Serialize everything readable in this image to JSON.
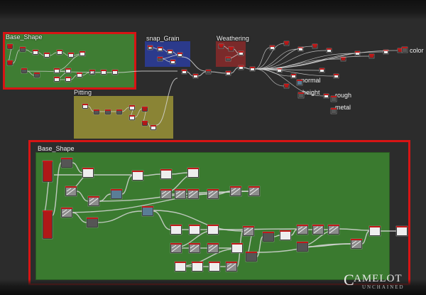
{
  "frames": {
    "base_shape": "Base_Shape",
    "snap_grain": "snap_Grain",
    "weathering": "Weathering",
    "pitting": "Pitting"
  },
  "outputs": {
    "color": "color",
    "normal": "normal",
    "height": "height",
    "rough": "rough",
    "metal": "metal"
  },
  "zoom": {
    "title": "Base_Shape"
  },
  "logo": {
    "main": "AMELOT",
    "sub": "UNCHAINED",
    "initial": "C"
  },
  "colors": {
    "base_green": "#3f7d33",
    "snap_blue": "#2b3a8c",
    "weathering_red": "#7a2a2a",
    "pitting_yellow": "#8a8435",
    "highlight_red": "#d81414"
  }
}
